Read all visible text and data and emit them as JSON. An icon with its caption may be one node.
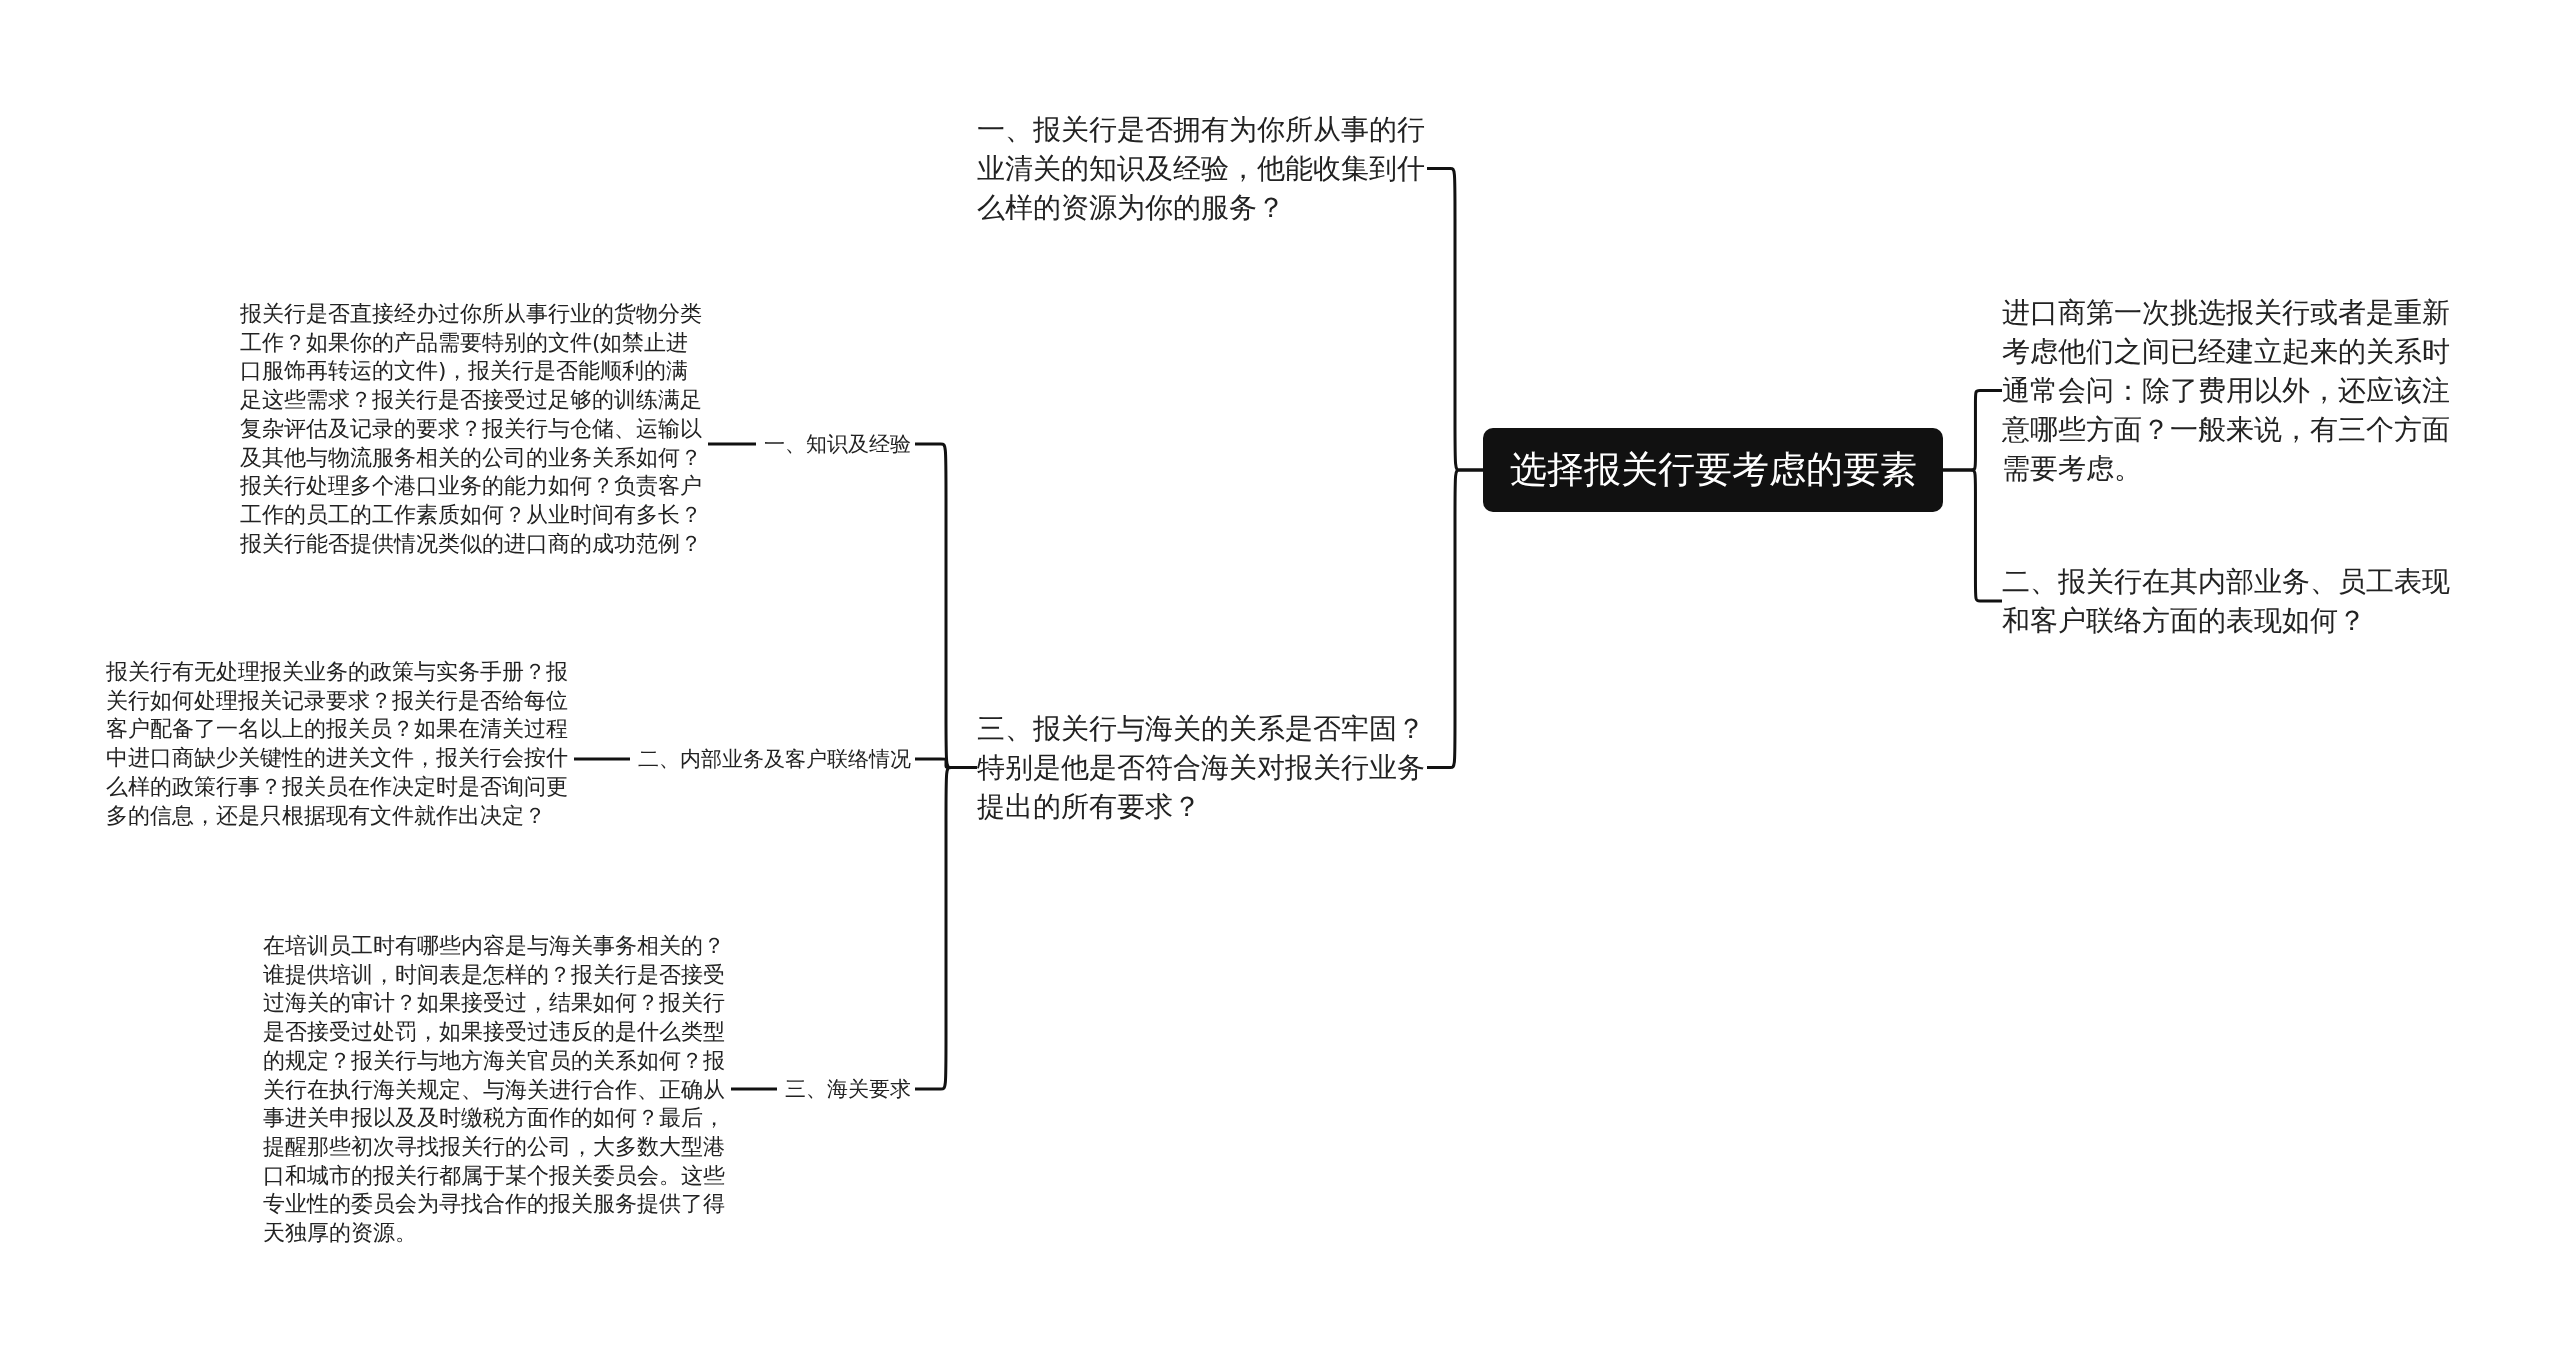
{
  "diagram": {
    "nodes": [
      {
        "text": [
          "选择报关行要考虑的要素"
        ]
      },
      {
        "text": [
          "进口商第一次挑选报关行或者是重新考虑他们之间已经建立起来的关系时通常会问：除了费用以外，还应该注意哪些方面？一般来说，有三个方面需要考虑。"
        ]
      },
      {
        "text": [
          "二、报关行在其内部业务、员工表现和客户联络方面的表现如何？"
        ]
      },
      {
        "text": [
          "一、报关行是否拥有为你所从事的行业清关的知识及经验，他能收集到什么样的资源为你的服务？"
        ]
      },
      {
        "text": [
          "三、报关行与海关的关系是否牢固？特别是他是否符合海关对报关行业务提出的所有要求？"
        ]
      },
      {
        "text": [
          "一、知识及经验"
        ]
      },
      {
        "text": [
          "二、内部业务及客户联络情况"
        ]
      },
      {
        "text": [
          "三、海关要求"
        ]
      },
      {
        "text": [
          "报关行是否直接经办过你所从事行业的货物分类工作？如果你的产品需要特别的文件(如禁止进口服饰再转运的文件)，报关行是否能顺利的满足这些需求？报关行是否接受过足够的训练满足复杂评估及记录的要求？报关行与仓储、运输以及其他与物流服务相关的公司的业务关系如何？报关行处理多个港口业务的能力如何？负责客户工作的员工的工作素质如何？从业时间有多长？报关行能否提供情况类似的进口商的成功范例？"
        ]
      },
      {
        "text": [
          "报关行有无处理报关业务的政策与实务手册？报关行如何处理报关记录要求？报关行是否给每位客户配备了一名以上的报关员？如果在清关过程中进口商缺少关键性的进关文件，报关行会按什么样的政策行事？报关员在作决定时是否询问更多的信息，还是只根据现有文件就作出决定？"
        ]
      },
      {
        "text": [
          "在培训员工时有哪些内容是与海关事务相关的？谁提供培训，时间表是怎样的？报关行是否接受过海关的审计？如果接受过，结果如何？报关行是否接受过处罚，如果接受过违反的是什么类型的规定？报关行与地方海关官员的关系如何？报关行在执行海关规定、与海关进行合作、正确从事进关申报以及及时缴税方面作的如何？最后，提醒那些初次寻找报关行的公司，大多数大型港口和城市的报关行都属于某个报关委员会。这些专业性的委员会为寻找合作的报关服务提供了得天独厚的资源。"
        ]
      }
    ],
    "edges": [
      {
        "from": 0,
        "to": 1,
        "arrow": "none"
      },
      {
        "from": 0,
        "to": 2,
        "arrow": "none"
      },
      {
        "from": 0,
        "to": 3,
        "arrow": "none"
      },
      {
        "from": 0,
        "to": 4,
        "arrow": "none"
      },
      {
        "from": 4,
        "to": 5,
        "arrow": "none"
      },
      {
        "from": 4,
        "to": 6,
        "arrow": "none"
      },
      {
        "from": 4,
        "to": 7,
        "arrow": "none"
      },
      {
        "from": 5,
        "to": 8,
        "arrow": "none"
      },
      {
        "from": 6,
        "to": 9,
        "arrow": "none"
      },
      {
        "from": 7,
        "to": 10,
        "arrow": "none"
      }
    ]
  }
}
